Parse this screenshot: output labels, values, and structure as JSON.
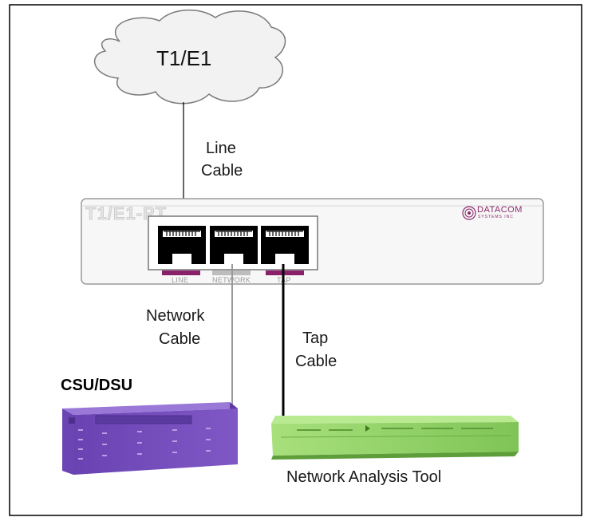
{
  "cloud": {
    "label": "T1/E1"
  },
  "cables": {
    "line": {
      "line1": "Line",
      "line2": "Cable"
    },
    "network": {
      "line1": "Network",
      "line2": "Cable"
    },
    "tap": {
      "line1": "Tap",
      "line2": "Cable"
    }
  },
  "device": {
    "model": "T1/E1-PT",
    "brand": "DATACOM",
    "brand_sub": "SYSTEMS INC",
    "ports": [
      "LINE",
      "NETWORK",
      "TAP"
    ]
  },
  "csu_dsu": {
    "label": "CSU/DSU"
  },
  "analyzer": {
    "label": "Network Analysis Tool"
  },
  "colors": {
    "border": "#000000",
    "csu_purple": "#7b4fc0",
    "analyzer_green": "#8fd068",
    "port_magenta": "#8a1f6a",
    "network_cable": "#9a9a9a",
    "tap_cable": "#000000"
  }
}
